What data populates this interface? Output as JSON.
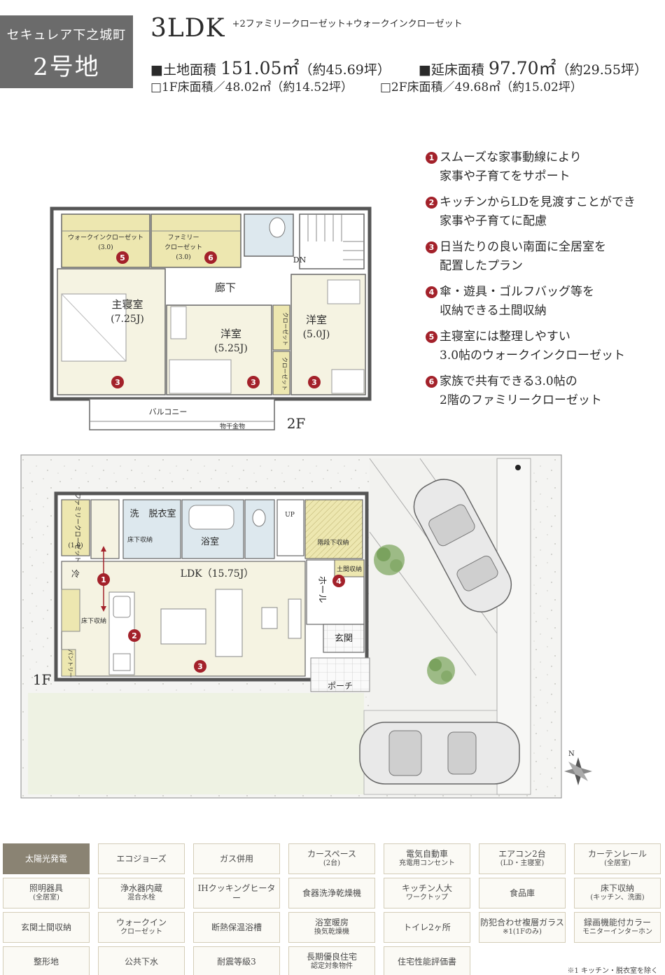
{
  "header": {
    "town": "セキュレア下之城町",
    "lot": "2号地",
    "plan_type": "3LDK",
    "plan_extra": "+2ファミリークローゼット+ウォークインクローゼット",
    "land_label": "■土地面積",
    "land_value": "151.05㎡",
    "land_tsubo": "（約45.69坪）",
    "floor_label": "■延床面積",
    "floor_value": "97.70㎡",
    "floor_tsubo": "（約29.55坪）",
    "f1_area": "□1F床面積／48.02㎡（約14.52坪）",
    "f2_area": "□2F床面積／49.68㎡（約15.02坪）"
  },
  "features": [
    {
      "num": "1",
      "line1": "スムーズな家事動線により",
      "line2": "家事や子育てをサポート"
    },
    {
      "num": "2",
      "line1": "キッチンからLDを見渡すことができ",
      "line2": "家事や子育てに配慮"
    },
    {
      "num": "3",
      "line1": "日当たりの良い南面に全居室を",
      "line2": "配置したプラン"
    },
    {
      "num": "4",
      "line1": "傘・遊具・ゴルフバッグ等を",
      "line2": "収納できる土間収納"
    },
    {
      "num": "5",
      "line1": "主寝室には整理しやすい",
      "line2": "3.0帖のウォークインクローゼット"
    },
    {
      "num": "6",
      "line1": "家族で共有できる3.0帖の",
      "line2": "2階のファミリークローゼット"
    }
  ],
  "floor2": {
    "label": "2F",
    "wic": "ウォークインクローゼット",
    "wic_size": "(3.0)",
    "fc1": "ファミリー",
    "fc2": "クローゼット",
    "fc_size": "(3.0)",
    "dn": "DN",
    "hallway": "廊下",
    "master": "主寝室",
    "master_size": "(7.25J)",
    "western1": "洋室",
    "western1_size": "(5.25J)",
    "western2": "洋室",
    "western2_size": "(5.0J)",
    "closet": "クローゼット",
    "balcony": "バルコニー",
    "drying": "物干金物"
  },
  "floor1": {
    "label": "1F",
    "family_closet": "ファミリークローゼット",
    "family_closet_size": "(1.0)",
    "wash": "洗",
    "dressing": "脱衣室",
    "underfloor1": "床下収納",
    "bath": "浴室",
    "up": "UP",
    "stair_storage": "階段下収納",
    "ldk": "LDK（15.75J）",
    "fridge": "冷",
    "underfloor2": "床下収納",
    "pantry": "パントリー",
    "hall": "ホール",
    "doma_storage": "土間収納",
    "entrance": "玄関",
    "porch": "ポーチ",
    "north": "N"
  },
  "equipment": [
    {
      "label": "太陽光発電",
      "sub": "",
      "on": true
    },
    {
      "label": "エコジョーズ",
      "sub": "",
      "on": false
    },
    {
      "label": "ガス併用",
      "sub": "",
      "on": false
    },
    {
      "label": "カースペース",
      "sub": "(2台)",
      "on": false
    },
    {
      "label": "電気自動車",
      "sub": "充電用コンセント",
      "on": false
    },
    {
      "label": "エアコン2台",
      "sub": "(LD・主寝室)",
      "on": false
    },
    {
      "label": "カーテンレール",
      "sub": "(全居室)",
      "on": false
    },
    {
      "label": "照明器具",
      "sub": "(全居室)",
      "on": false
    },
    {
      "label": "浄水器内蔵",
      "sub": "混合水栓",
      "on": false
    },
    {
      "label": "IHクッキングヒーター",
      "sub": "",
      "on": false
    },
    {
      "label": "食器洗浄乾燥機",
      "sub": "",
      "on": false
    },
    {
      "label": "キッチン人大",
      "sub": "ワークトップ",
      "on": false
    },
    {
      "label": "食品庫",
      "sub": "",
      "on": false
    },
    {
      "label": "床下収納",
      "sub": "(キッチン、洗面)",
      "on": false
    },
    {
      "label": "玄関土間収納",
      "sub": "",
      "on": false
    },
    {
      "label": "ウォークイン",
      "sub": "クローゼット",
      "on": false
    },
    {
      "label": "断熱保温浴槽",
      "sub": "",
      "on": false
    },
    {
      "label": "浴室暖房",
      "sub": "換気乾燥機",
      "on": false
    },
    {
      "label": "トイレ2ヶ所",
      "sub": "",
      "on": false
    },
    {
      "label": "防犯合わせ複層ガラス",
      "sub": "※1(1Fのみ)",
      "on": false
    },
    {
      "label": "録画機能付カラー",
      "sub": "モニターインターホン",
      "on": false
    },
    {
      "label": "整形地",
      "sub": "",
      "on": false
    },
    {
      "label": "公共下水",
      "sub": "",
      "on": false
    },
    {
      "label": "耐震等級3",
      "sub": "",
      "on": false
    },
    {
      "label": "長期優良住宅",
      "sub": "認定対象物件",
      "on": false
    },
    {
      "label": "住宅性能評価書",
      "sub": "",
      "on": false
    }
  ],
  "footnote": "※1 キッチン・脱衣室を除く",
  "colors": {
    "accent_red": "#a3212a",
    "floor_fill": "#f5f3e2",
    "closet_fill": "#ede7b0",
    "wet_fill": "#dde8ee",
    "badge": "#6b6b6b"
  }
}
